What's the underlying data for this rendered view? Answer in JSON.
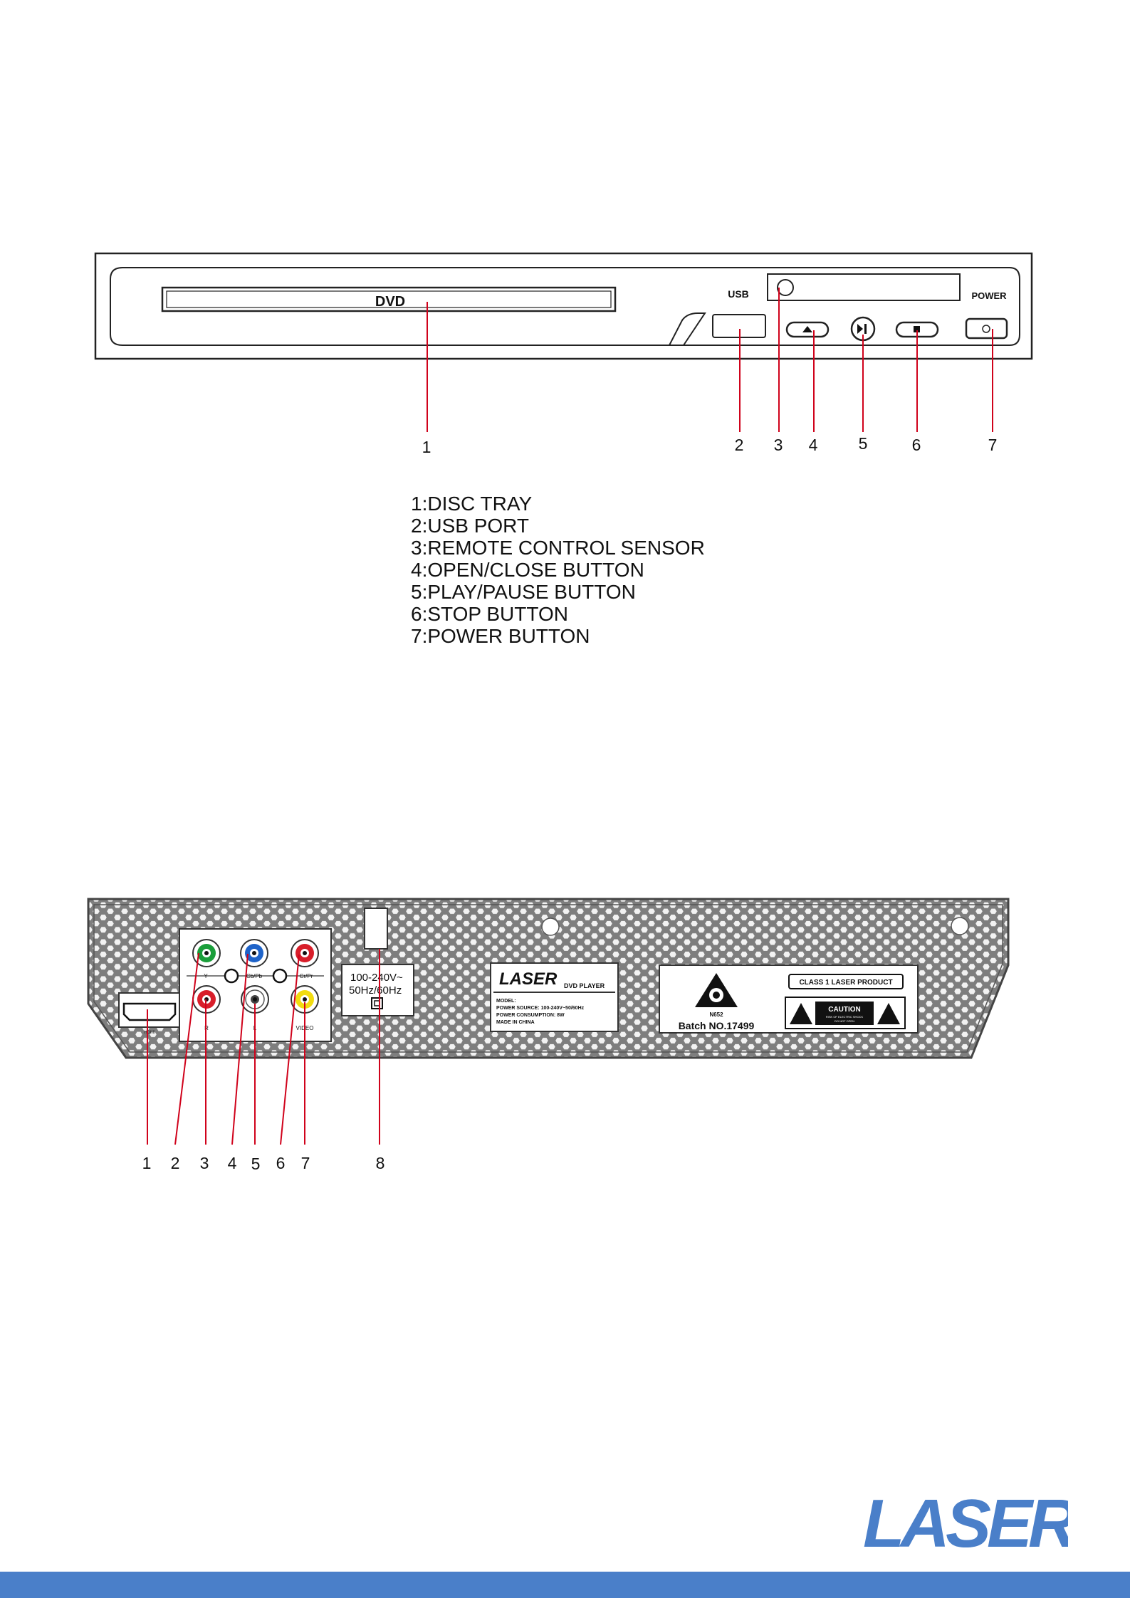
{
  "front": {
    "tray_label": "DVD",
    "usb_label": "USB",
    "power_label": "POWER",
    "callouts": [
      "1",
      "2",
      "3",
      "4",
      "5",
      "6",
      "7"
    ],
    "legend": [
      "1:DISC TRAY",
      "2:USB PORT",
      "3:REMOTE CONTROL SENSOR",
      "4:OPEN/CLOSE BUTTON",
      "5:PLAY/PAUSE BUTTON",
      "6:STOP BUTTON",
      "7:POWER BUTTON"
    ]
  },
  "rear": {
    "hdmi_label": "HDMI",
    "component_labels": {
      "y": "Y",
      "cb": "Cb/Pb",
      "cr": "Cr/Pr"
    },
    "audio_labels": {
      "r": "R",
      "l": "L",
      "video": "VIDEO"
    },
    "power_rating": [
      "100-240V~",
      "50Hz/60Hz"
    ],
    "brand_label": {
      "logo": "LASER",
      "product": "DVD PLAYER",
      "lines": [
        "MODEL:",
        "POWER SOURCE: 100-240V~50/60Hz",
        "POWER CONSUMPTION: 8W",
        "MADE IN CHINA"
      ]
    },
    "compliance": {
      "code": "N652",
      "batch": "Batch NO.17499",
      "class_label": "CLASS 1 LASER PRODUCT",
      "caution_title": "CAUTION",
      "caution_lines": [
        "RISK OF ELECTRIC SHOCK",
        "DO NOT OPEN"
      ]
    },
    "callouts": [
      "1",
      "2",
      "3",
      "4",
      "5",
      "6",
      "7",
      "8"
    ]
  },
  "footer": {
    "logo": "LASER",
    "bar_color": "#4a7fc9",
    "logo_color": "#4a7fc9"
  },
  "colors": {
    "callout_line": "#d0021b",
    "outline": "#222222",
    "rear_panel": "#8a8a8a"
  }
}
